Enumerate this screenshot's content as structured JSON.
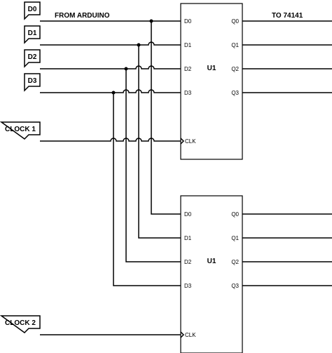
{
  "inputs": {
    "d0": "D0",
    "d1": "D1",
    "d2": "D2",
    "d3": "D3",
    "clock1": "CLOCK 1",
    "clock2": "CLOCK 2"
  },
  "annotations": {
    "from": "FROM ARDUINO",
    "to": "TO 74141"
  },
  "chips": [
    {
      "name": "U1",
      "inputs": [
        "D0",
        "D1",
        "D2",
        "D3"
      ],
      "outputs": [
        "Q0",
        "Q1",
        "Q2",
        "Q3"
      ],
      "clock": "CLK"
    },
    {
      "name": "U1",
      "inputs": [
        "D0",
        "D1",
        "D2",
        "D3"
      ],
      "outputs": [
        "Q0",
        "Q1",
        "Q2",
        "Q3"
      ],
      "clock": "CLK"
    }
  ]
}
